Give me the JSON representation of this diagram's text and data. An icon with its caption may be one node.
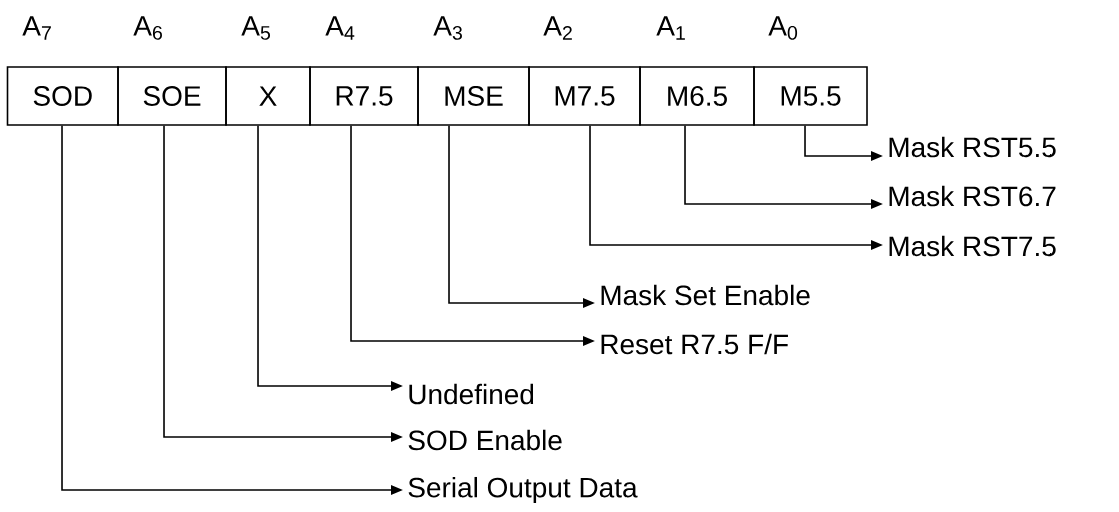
{
  "diagram": {
    "nodes": [
      {
        "text": [
          "SOD"
        ]
      },
      {
        "text": [
          "SOE"
        ]
      },
      {
        "text": [
          "X"
        ]
      },
      {
        "text": [
          "R7.5"
        ]
      },
      {
        "text": [
          "MSE"
        ]
      },
      {
        "text": [
          "M7.5"
        ]
      },
      {
        "text": [
          "M6.5"
        ]
      },
      {
        "text": [
          "M5.5"
        ]
      },
      {
        "text": [
          "Mask RST5.5"
        ]
      },
      {
        "text": [
          "Mask RST6.7"
        ]
      },
      {
        "text": [
          "Mask RST7.5"
        ]
      },
      {
        "text": [
          "Mask Set Enable"
        ]
      },
      {
        "text": [
          "Reset R7.5 F/F"
        ]
      },
      {
        "text": [
          "Undefined"
        ]
      },
      {
        "text": [
          "SOD Enable"
        ]
      },
      {
        "text": [
          "Serial Output Data"
        ]
      }
    ],
    "edges": [
      {
        "from": 7,
        "to": 8,
        "arrow": "to"
      },
      {
        "from": 6,
        "to": 9,
        "arrow": "to"
      },
      {
        "from": 5,
        "to": 10,
        "arrow": "to"
      },
      {
        "from": 4,
        "to": 11,
        "arrow": "to"
      },
      {
        "from": 3,
        "to": 12,
        "arrow": "to"
      },
      {
        "from": 2,
        "to": 13,
        "arrow": "to"
      },
      {
        "from": 1,
        "to": 14,
        "arrow": "to"
      },
      {
        "from": 0,
        "to": 15,
        "arrow": "to"
      }
    ],
    "labels": [
      "A$_{7}$",
      "A$_{6}$",
      "A$_{5}$",
      "A$_{4}$",
      "A$_{3}$",
      "A$_{2}$",
      "A$_{1}$",
      "A$_{0}$"
    ]
  }
}
